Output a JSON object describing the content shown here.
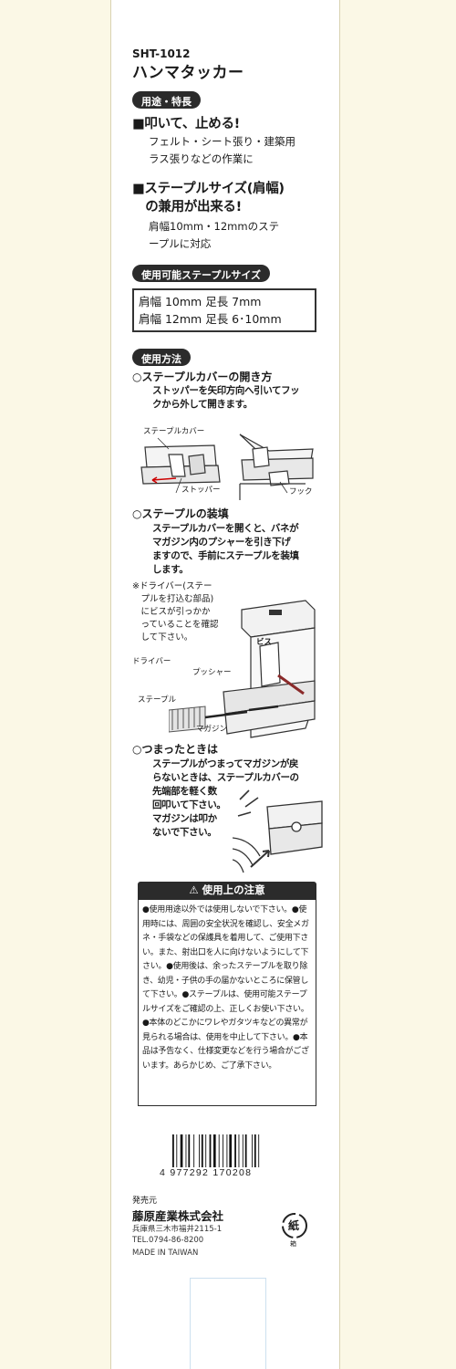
{
  "model": "SHT-1012",
  "product_name": "ハンマタッカー",
  "section_use": "用途・特長",
  "feature1": {
    "heading": "■叩いて、止める!",
    "lines": [
      "フェルト・シート張り・建築用",
      "ラス張りなどの作業に"
    ]
  },
  "feature2": {
    "heading_lines": [
      "■ステープルサイズ(肩幅)",
      "　の兼用が出来る!"
    ],
    "lines": [
      "肩幅10mm・12mmのステ",
      "ープルに対応"
    ]
  },
  "section_sizes": "使用可能ステープルサイズ",
  "sizes": [
    "肩幅 10mm 足長 7mm",
    "肩幅 12mm 足長 6･10mm"
  ],
  "section_howto": "使用方法",
  "open_cover": {
    "heading": "○ステープルカバーの開き方",
    "lines": [
      "ストッパーを矢印方向へ引いてフッ",
      "クから外して開きます。"
    ],
    "labels": {
      "cover": "ステープルカバー",
      "stopper": "ストッパー",
      "hook": "フック"
    }
  },
  "load": {
    "heading": "○ステープルの装填",
    "lines": [
      "ステープルカバーを開くと、バネが",
      "マガジン内のプシャーを引き下げ",
      "ますので、手前にステープルを装填",
      "します。"
    ],
    "note_lines": [
      "※ドライバー(ステー",
      "　プルを打込む部品)",
      "　にビスが引っかか",
      "　っていることを確認",
      "　して下さい。"
    ],
    "labels": {
      "screw": "ビス",
      "driver": "ドライバー",
      "pusher": "プッシャー",
      "staple": "ステープル",
      "magazine": "マガジン"
    }
  },
  "jam": {
    "heading": "○つまったときは",
    "lines": [
      "ステープルがつまってマガジンが戻",
      "らないときは、ステープルカバーの",
      "先端部を軽く数",
      "回叩いて下さい。",
      "マガジンは叩か",
      "ないで下さい。"
    ]
  },
  "caution": {
    "title": "⚠ 使用上の注意",
    "text": "●使用用途以外では使用しないで下さい。●使用時には、周囲の安全状況を確認し、安全メガネ・手袋などの保護具を着用して、ご使用下さい。また、射出口を人に向けないようにして下さい。●使用後は、余ったステープルを取り除き、幼児・子供の手の届かないところに保管して下さい。●ステープルは、使用可能ステープルサイズをご確認の上、正しくお使い下さい。●本体のどこかにワレやガタツキなどの異常が見られる場合は、使用を中止して下さい。●本品は予告なく、仕様変更などを行う場合がございます。あらかじめ、ご了承下さい。"
  },
  "barcode_number": "4 977292 170208",
  "seller_label": "発売元",
  "company": "藤原産業株式会社",
  "address": "兵庫県三木市福井2115-1",
  "tel": "TEL.0794-86-8200",
  "origin": "MADE IN TAIWAN",
  "recycle_mark": "紙",
  "recycle_sub": "箱",
  "colors": {
    "strip": "#fbf8e6",
    "dark": "#2b2b2b"
  }
}
